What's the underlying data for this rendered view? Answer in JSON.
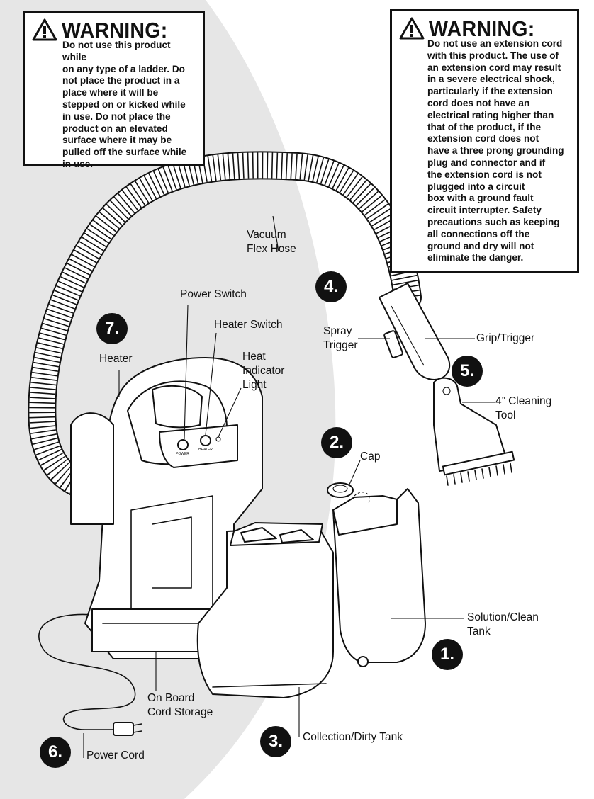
{
  "warnings": [
    {
      "title": "WARNING:",
      "text": "Do not use this product while\non any type of a ladder. Do\nnot place the product in a\nplace where it will be\nstepped on or kicked while\nin use. Do not place the\nproduct on an elevated\nsurface where it may be\npulled off the surface while\nin use."
    },
    {
      "title": "WARNING:",
      "text": "Do not use an extension cord\nwith this product. The use of\nan extension cord may result\nin a severe electrical shock,\nparticularly if the extension\ncord does not have an\nelectrical rating higher than\nthat of the product, if the\nextension cord does not\nhave a three prong grounding\nplug and connector and if\nthe extension cord is not\nplugged into a circuit\nbox with a ground fault\ncircuit interrupter. Safety\nprecautions such as keeping\nall connections off the\nground and dry will not\neliminate the danger."
    }
  ],
  "labels": {
    "vacuum_hose": "Vacuum\nFlex Hose",
    "power_switch": "Power Switch",
    "heater_switch": "Heater Switch",
    "heat_light": "Heat\nIndicator\nLight",
    "heater": "Heater",
    "spray_trigger": "Spray\nTrigger",
    "grip_trigger": "Grip/Trigger",
    "cleaning_tool": "4” Cleaning\nTool",
    "cap": "Cap",
    "solution_tank": "Solution/Clean\nTank",
    "cord_storage": "On Board\nCord Storage",
    "dirty_tank": "Collection/Dirty Tank",
    "power_cord": "Power Cord"
  },
  "panel_text": {
    "power": "POWER",
    "heater": "HEATER"
  },
  "numbers": {
    "n1": "1.",
    "n2": "2.",
    "n3": "3.",
    "n4": "4.",
    "n5": "5.",
    "n6": "6.",
    "n7": "7."
  }
}
